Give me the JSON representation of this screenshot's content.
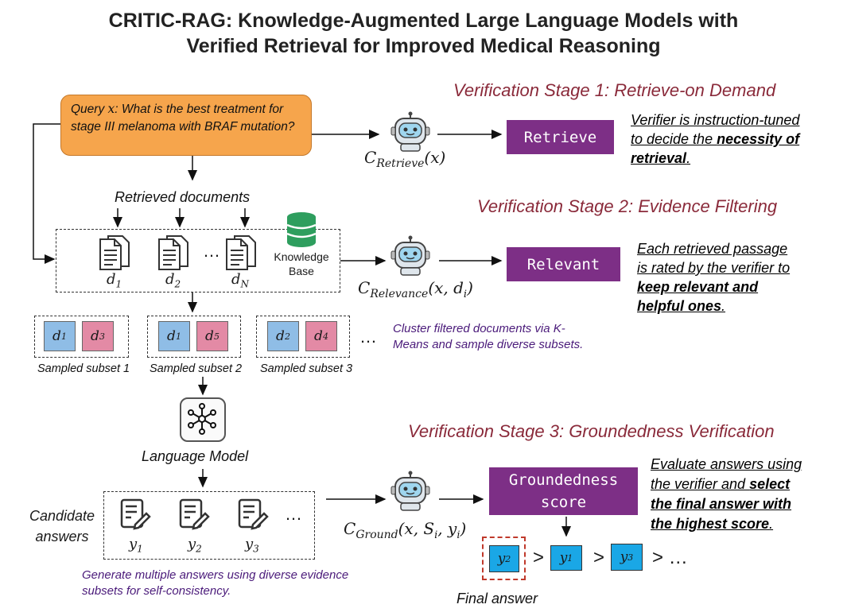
{
  "title": {
    "line1": "CRITIC-RAG: Knowledge-Augmented Large Language Models with",
    "line2": "Verified Retrieval for Improved Medical Reasoning"
  },
  "stages": {
    "stage1": "Verification Stage 1: Retrieve-on Demand",
    "stage2": "Verification Stage 2: Evidence Filtering",
    "stage3": "Verification Stage 3: Groundedness Verification"
  },
  "query": {
    "prefix": "Query ",
    "var": "x",
    "text": ": What is the best treatment for stage III melanoma with BRAF mutation?"
  },
  "retrieved_documents_label": "Retrieved documents",
  "documents": [
    "d",
    "d",
    "d"
  ],
  "document_subscripts": [
    "1",
    "2",
    "N"
  ],
  "ellipsis": "…",
  "knowledge_base": "Knowledge Base",
  "verifier_labels": {
    "retrieve": {
      "main": "C",
      "sub": "Retrieve",
      "args": "(x)"
    },
    "relevance": {
      "main": "C",
      "sub": "Relevance",
      "args": "(x, d",
      "arg_sub": "i",
      "close": ")"
    },
    "ground": {
      "main": "C",
      "sub": "Ground",
      "args": "(x, S",
      "arg_sub": "i",
      "mid": ", y",
      "arg_sub2": "i",
      "close": ")"
    }
  },
  "outputs": {
    "retrieve": "Retrieve",
    "relevant": "Relevant",
    "groundedness_line1": "Groundedness",
    "groundedness_line2": "score"
  },
  "notes": {
    "stage1": {
      "a": "Verifier is instruction-tuned",
      "b": "to decide the ",
      "c": "necessity of",
      "d": "retrieval",
      "e": "."
    },
    "stage2": {
      "a": "Each retrieved passage",
      "b": "is rated by the verifier to",
      "c": "keep relevant and",
      "d": "helpful ones",
      "e": "."
    },
    "stage3": {
      "a": "Evaluate answers using",
      "b": "the verifier and ",
      "c": "select",
      "d": "the final answer with",
      "e": "the highest score",
      "f": "."
    }
  },
  "subsets": [
    {
      "label": "Sampled subset 1",
      "left": {
        "v": "d",
        "s": "1"
      },
      "right": {
        "v": "d",
        "s": "3"
      }
    },
    {
      "label": "Sampled subset 2",
      "left": {
        "v": "d",
        "s": "1"
      },
      "right": {
        "v": "d",
        "s": "5"
      }
    },
    {
      "label": "Sampled subset 3",
      "left": {
        "v": "d",
        "s": "2"
      },
      "right": {
        "v": "d",
        "s": "4"
      }
    }
  ],
  "cluster_note": "Cluster filtered documents via K-Means and sample diverse subsets.",
  "language_model": "Language Model",
  "candidate_answers": {
    "line1": "Candidate",
    "line2": "answers"
  },
  "answers": [
    {
      "v": "y",
      "s": "1"
    },
    {
      "v": "y",
      "s": "2"
    },
    {
      "v": "y",
      "s": "3"
    }
  ],
  "generate_note": "Generate multiple answers using diverse evidence subsets for self-consistency.",
  "ranking": [
    {
      "v": "y",
      "s": "2"
    },
    {
      "v": "y",
      "s": "1"
    },
    {
      "v": "y",
      "s": "3"
    }
  ],
  "gt": ">",
  "final_answer": "Final answer",
  "colors": {
    "stage_title": "#8a2a3a",
    "purple_box": "#7d2f86",
    "query_box": "#f6a54c",
    "blue_chip": "#8fbde6",
    "pink_chip": "#e38aa5",
    "cyan_chip": "#1aa7e6",
    "kb_green": "#2e9e5e",
    "final_border": "#c0392b"
  }
}
